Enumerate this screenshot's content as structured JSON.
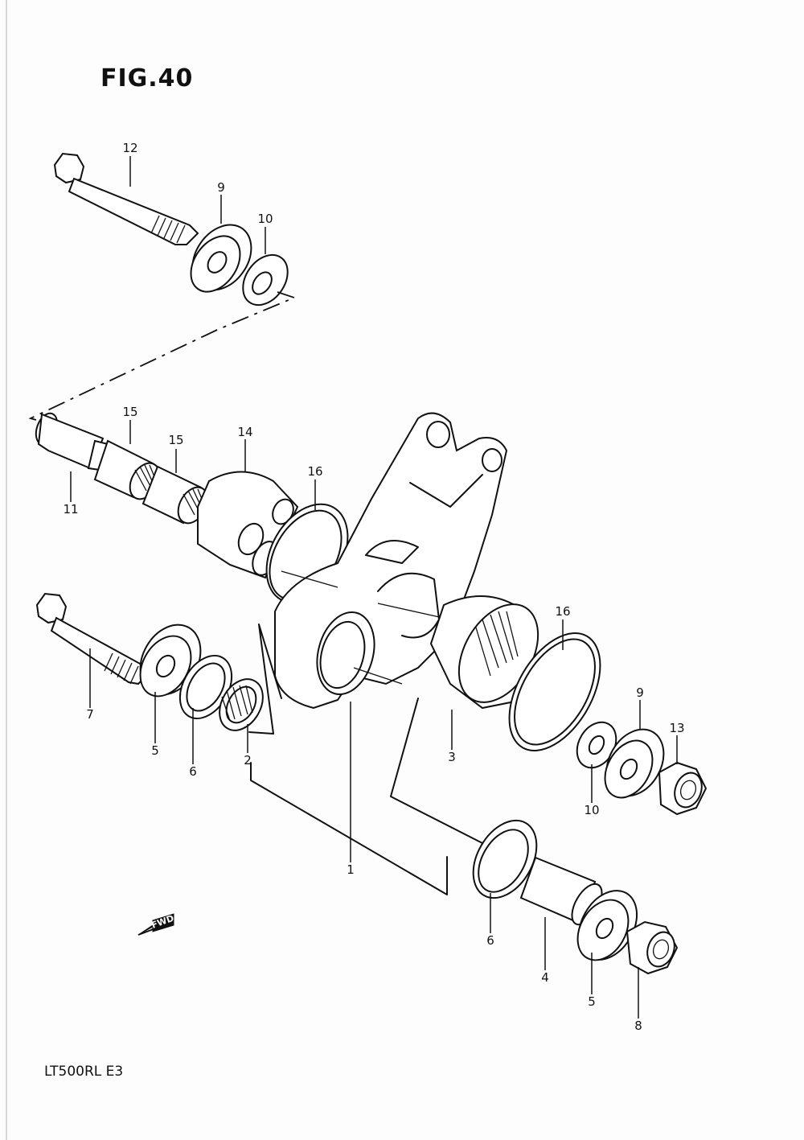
{
  "figure": {
    "title": "FIG.40",
    "model_code": "LT500RL  E3",
    "fwd_arrow_label": "FWD"
  },
  "callouts": {
    "c12": "12",
    "c9_top": "9",
    "c10_top": "10",
    "c15_a": "15",
    "c15_b": "15",
    "c14": "14",
    "c16_left": "16",
    "c11": "11",
    "c7": "7",
    "c5_left": "5",
    "c6_left": "6",
    "c2": "2",
    "c1": "1",
    "c3": "3",
    "c16_right": "16",
    "c9_right": "9",
    "c13": "13",
    "c10_right": "10",
    "c6_bottom": "6",
    "c4": "4",
    "c5_bottom": "5",
    "c8": "8"
  }
}
